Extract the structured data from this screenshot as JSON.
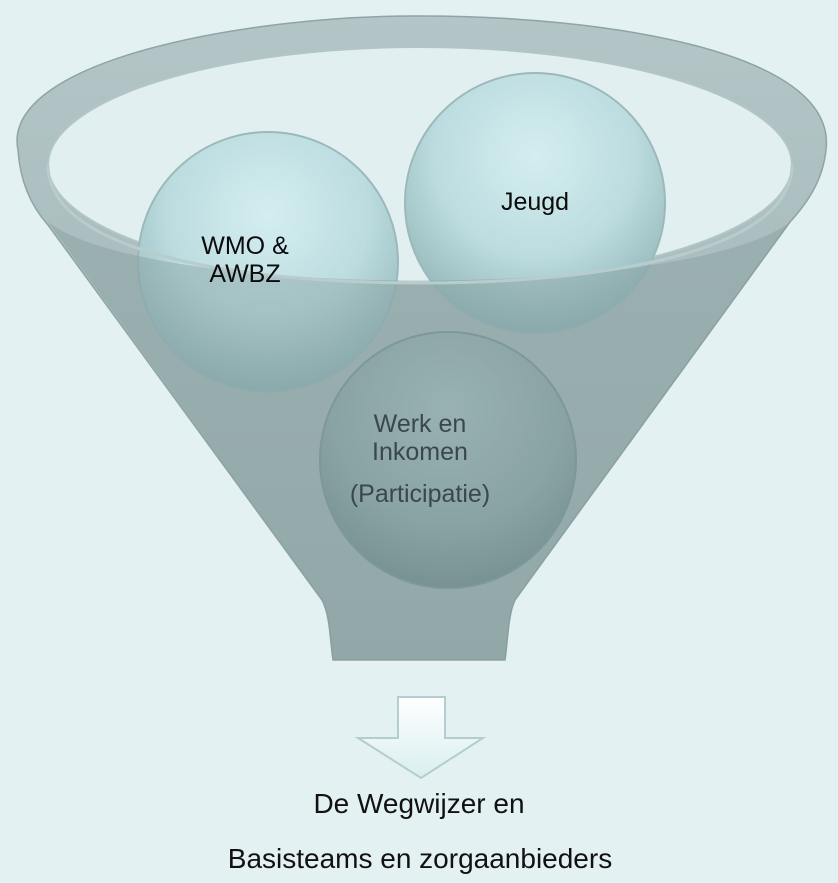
{
  "circles": {
    "wmo": [
      "WMO &",
      "AWBZ"
    ],
    "jeugd": "Jeugd",
    "werk": [
      "Werk en",
      "Inkomen",
      "(Participatie)"
    ]
  },
  "caption": {
    "line1": "De Wegwijzer  en",
    "line2": "Basisteams en zorgaanbieders"
  },
  "colors": {
    "background": "#e4f1f2",
    "funnel": "#a4b8b9",
    "circle_light": "#c6e3e6",
    "circle_dark": "#86a3a5",
    "arrow_fill": "#eef7f8",
    "arrow_stroke": "#b3cdd0"
  }
}
